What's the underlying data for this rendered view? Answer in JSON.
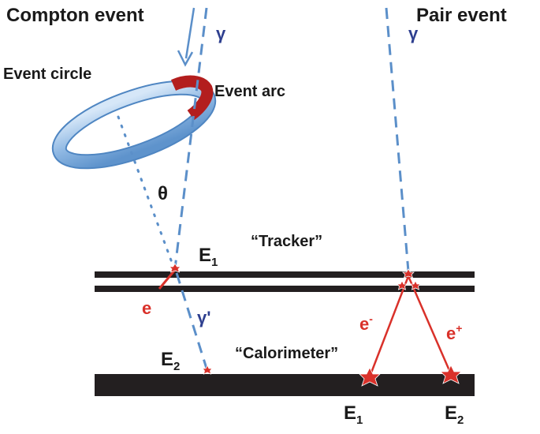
{
  "labels": {
    "compton_event": "Compton event",
    "pair_event": "Pair event",
    "gamma_compton": "γ",
    "gamma_pair": "γ",
    "event_circle": "Event circle",
    "event_arc": "Event arc",
    "theta": "θ",
    "tracker": "“Tracker”",
    "calorimeter": "“Calorimeter”",
    "e1_compton_base": "E",
    "e1_compton_sub": "1",
    "e2_compton_base": "E",
    "e2_compton_sub": "2",
    "electron": "e",
    "gamma_prime": "γ'",
    "e_minus_base": "e",
    "e_minus_sup": "-",
    "e_plus_base": "e",
    "e_plus_sup": "+",
    "e1_pair_base": "E",
    "e1_pair_sub": "1",
    "e2_pair_base": "E",
    "e2_pair_sub": "2"
  },
  "colors": {
    "gamma_line": "#5b8fc9",
    "particle": "#d9312a",
    "detector": "#231f20",
    "ring": "#8fb8e3",
    "arc": "#b31e1e"
  }
}
